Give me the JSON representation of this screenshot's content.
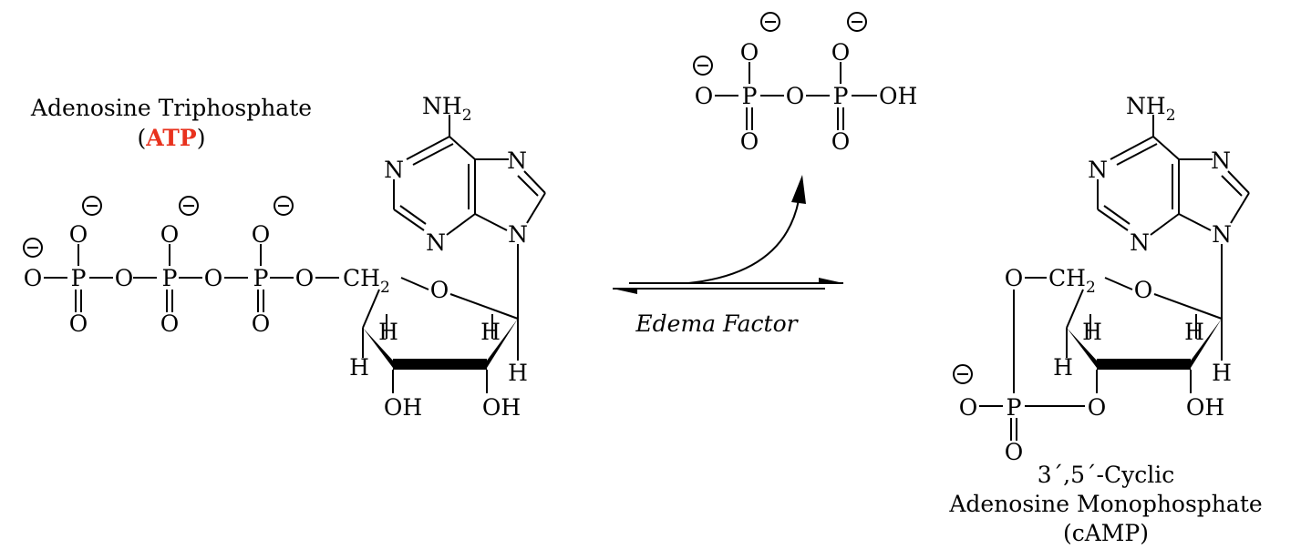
{
  "atp": {
    "name": "Adenosine Triphosphate",
    "abbr_open": "(",
    "abbr": "ATP",
    "abbr_close": ")",
    "abbr_color": "#e8321e"
  },
  "camp": {
    "line1": "3´,5´-Cyclic",
    "line2": "Adenosine Monophosphate",
    "line3": "(cAMP)"
  },
  "reaction": {
    "enzyme": "Edema Factor"
  },
  "atoms": {
    "O": "O",
    "P": "P",
    "N": "N",
    "H": "H",
    "OH": "OH",
    "NH": "NH",
    "CH": "CH",
    "sub2": "2"
  },
  "charge_symbol": "minus-circle-icon"
}
